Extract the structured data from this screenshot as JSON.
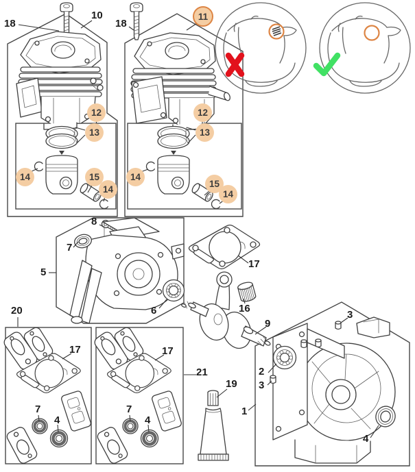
{
  "diagram": {
    "type": "exploded-parts-diagram",
    "background": "#ffffff",
    "line_color": "#3f3f3f",
    "highlight_fill": "#f4cda3",
    "highlight_ring": "#dd8544",
    "wrong_color": "#e2121c",
    "correct_color": "#41e164"
  },
  "callouts": {
    "c18a": "18",
    "c10": "10",
    "c18b": "18",
    "c8": "8",
    "c7mid": "7",
    "c5": "5",
    "c6": "6",
    "c17mid": "17",
    "c16": "16",
    "c9": "9",
    "c20": "20",
    "c17a": "17",
    "c7a": "7",
    "c4a": "4",
    "c17b": "17",
    "c7b": "7",
    "c4b": "4",
    "c21": "21",
    "c19": "19",
    "c1": "1",
    "c2": "2",
    "c3a": "3",
    "c3b": "3",
    "c4c": "4",
    "h11": "11",
    "h12a": "12",
    "h13a": "13",
    "h14a1": "14",
    "h15a": "15",
    "h14a2": "14",
    "h12b": "12",
    "h13b": "13",
    "h14b1": "14",
    "h15b": "15",
    "h14b2": "14"
  },
  "detail_views": {
    "wrong": {
      "icon": "red-x-icon",
      "marker": "orange-circle-marker",
      "feature": "vent-hatch-present"
    },
    "correct": {
      "icon": "green-check-icon",
      "marker": "orange-circle-marker",
      "feature": "no-vent"
    }
  }
}
